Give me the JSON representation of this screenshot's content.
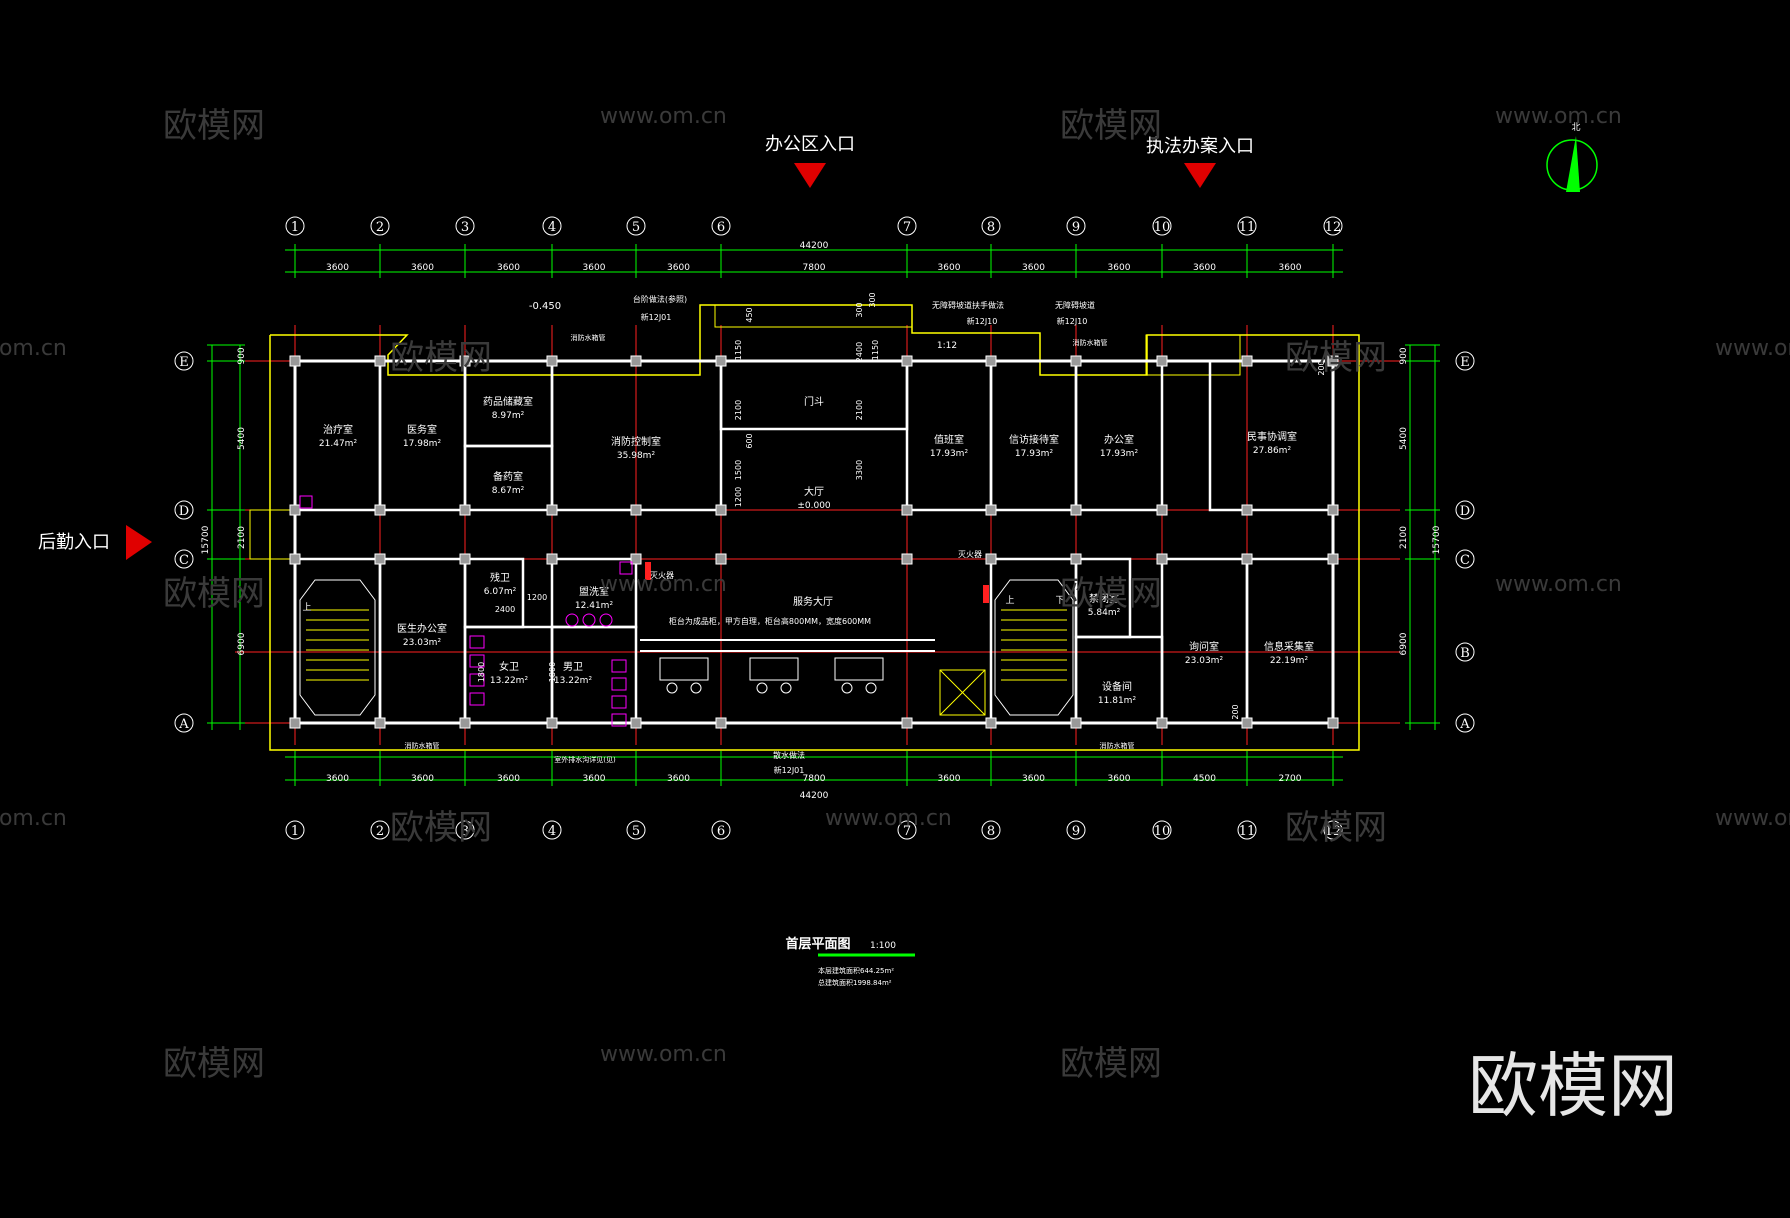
{
  "axes": {
    "numbers": [
      "1",
      "2",
      "3",
      "4",
      "5",
      "6",
      "7",
      "8",
      "9",
      "10",
      "11",
      "12"
    ],
    "letters_left": [
      "E",
      "D",
      "C",
      "A"
    ],
    "letters_right": [
      "E",
      "D",
      "C",
      "B",
      "A"
    ]
  },
  "dims": {
    "top_spans": [
      "3600",
      "3600",
      "3600",
      "3600",
      "3600",
      "7800",
      "3600",
      "3600",
      "3600",
      "3600",
      "3600"
    ],
    "bottom_spans": [
      "3600",
      "3600",
      "3600",
      "3600",
      "3600",
      "7800",
      "3600",
      "3600",
      "3600",
      "4500",
      "2700"
    ],
    "total": "44200",
    "left_parts": [
      "900",
      "5400",
      "2100",
      "6900"
    ],
    "left_total": "15700",
    "right_parts": [
      "900",
      "5400",
      "2100",
      "6900"
    ],
    "right_total": "15700",
    "inner": [
      "1150",
      "2400",
      "1150",
      "2100",
      "2100",
      "600",
      "3300",
      "1500",
      "1200",
      "2400",
      "1200",
      "1800",
      "1800",
      "200",
      "200",
      "300",
      "450",
      "300"
    ]
  },
  "entrances": {
    "office": "办公区入口",
    "law": "执法办案入口",
    "logistics": "后勤入口"
  },
  "north": "北",
  "rooms": [
    {
      "name": "治疗室",
      "area": "21.47m²"
    },
    {
      "name": "医务室",
      "area": "17.98m²"
    },
    {
      "name": "药品储藏室",
      "area": "8.97m²"
    },
    {
      "name": "备药室",
      "area": "8.67m²"
    },
    {
      "name": "消防控制室",
      "area": "35.98m²"
    },
    {
      "name": "门斗",
      "area": ""
    },
    {
      "name": "大厅",
      "area": "±0.000"
    },
    {
      "name": "值班室",
      "area": "17.93m²"
    },
    {
      "name": "信访接待室",
      "area": "17.93m²"
    },
    {
      "name": "办公室",
      "area": "17.93m²"
    },
    {
      "name": "民事协调室",
      "area": "27.86m²"
    },
    {
      "name": "医生办公室",
      "area": "23.03m²"
    },
    {
      "name": "残卫",
      "area": "6.07m²"
    },
    {
      "name": "盥洗室",
      "area": "12.41m²"
    },
    {
      "name": "女卫",
      "area": "13.22m²"
    },
    {
      "name": "男卫",
      "area": "13.22m²"
    },
    {
      "name": "服务大厅",
      "area": ""
    },
    {
      "name": "禁闭室",
      "area": "5.84m²"
    },
    {
      "name": "设备间",
      "area": "11.81m²"
    },
    {
      "name": "询问室",
      "area": "23.03m²"
    },
    {
      "name": "信息采集室",
      "area": "22.19m²"
    }
  ],
  "notes": {
    "level": "-0.450",
    "ramp": "1:12",
    "counter": "柜台为成品柜，甲方自理，柜台高800MM，宽度600MM",
    "note_a": "台阶做法(参照)",
    "note_a_ref": "新12J01",
    "note_b": "无障碍坡道扶手做法",
    "note_b_ref": "新12J10",
    "note_c": "无障碍坡道",
    "note_c_ref": "新12J10",
    "note_d": "散水做法",
    "note_d_ref": "新12J01",
    "fire1": "灭火器",
    "fire2": "灭火器",
    "pipe1": "消防水箱管",
    "pipe2": "消防水箱管",
    "pipe3": "消防水箱管",
    "pipe4": "消防水箱管",
    "bottom_mid": "室外排水沟详见(见)",
    "up1": "上",
    "up2": "上",
    "down2": "下"
  },
  "title": {
    "main": "首层平面图",
    "scale": "1:100",
    "area1": "本层建筑面积644.25m²",
    "area2": "总建筑面积1998.84m²"
  },
  "watermarks": {
    "cn": "欧模网",
    "url": "www.om.cn",
    "big": "欧模网"
  }
}
